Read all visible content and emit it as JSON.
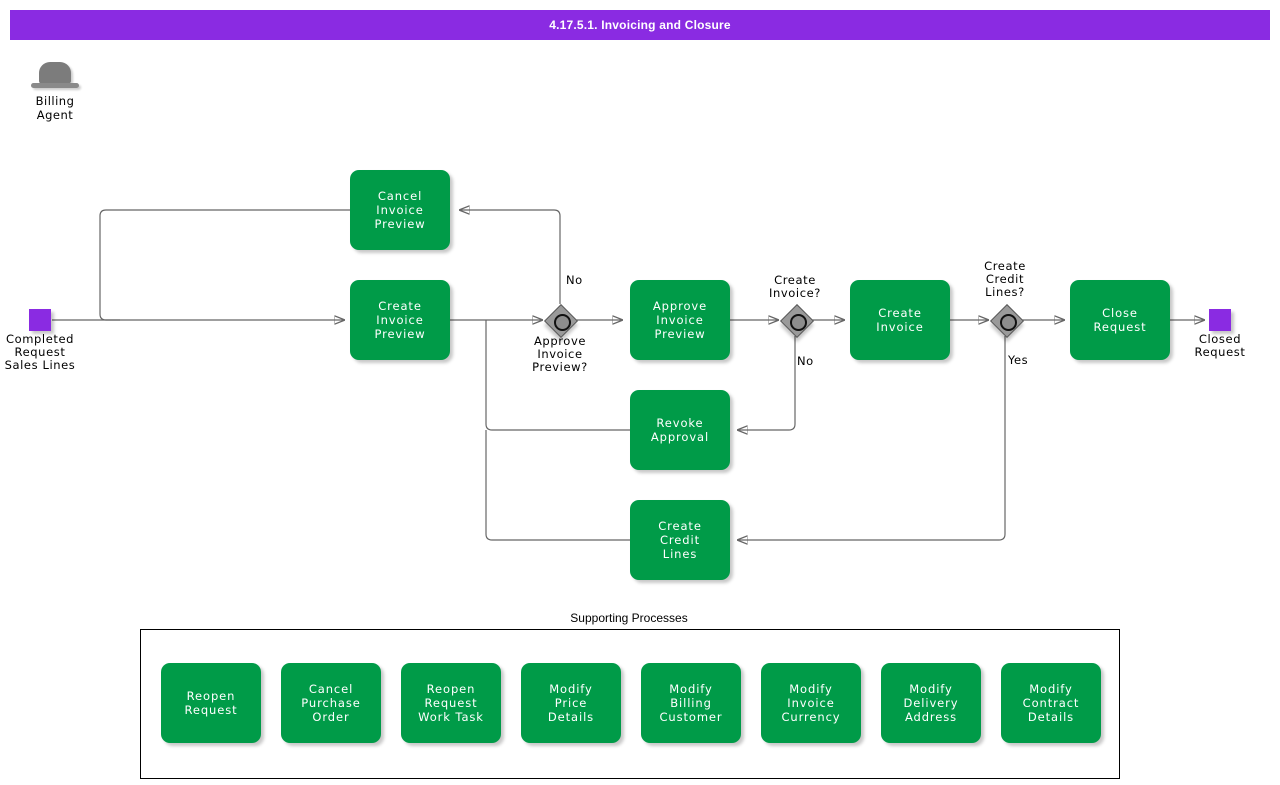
{
  "header": {
    "title": "4.17.5.1. Invoicing and Closure",
    "bar_color": "#8A2BE2"
  },
  "theme": {
    "task_color": "#009B48",
    "event_color": "#8A2BE2",
    "gateway_color": "#9A9A9A",
    "edge_color": "#666666"
  },
  "actor": {
    "name": "Billing\nAgent",
    "icon": "bowler-hat-icon"
  },
  "events": {
    "start": {
      "label": "Completed\nRequest\nSales Lines"
    },
    "end": {
      "label": "Closed\nRequest"
    }
  },
  "tasks": {
    "cancel_invoice_preview": "Cancel Invoice\nPreview",
    "create_invoice_preview": "Create Invoice\nPreview",
    "approve_invoice_preview": "Approve Invoice\nPreview",
    "revoke_approval": "Revoke\nApproval",
    "create_credit_lines": "Create Credit\nLines",
    "create_invoice": "Create Invoice",
    "close_request": "Close Request"
  },
  "gateways": {
    "approve_invoice_preview": "Approve\nInvoice\nPreview?",
    "create_invoice": "Create\nInvoice?",
    "create_credit_lines": "Create\nCredit\nLines?"
  },
  "edge_labels": {
    "approve_no": "No",
    "create_invoice_no": "No",
    "create_credit_lines_yes": "Yes"
  },
  "supporting": {
    "title": "Supporting Processes",
    "items": [
      {
        "label": "Reopen Request",
        "width": 100
      },
      {
        "label": "Cancel Purchase\nOrder",
        "width": 100
      },
      {
        "label": "Reopen Request\nWork Task",
        "width": 100
      },
      {
        "label": "Modify Price\nDetails",
        "width": 100
      },
      {
        "label": "Modify Billing\nCustomer",
        "width": 100
      },
      {
        "label": "Modify Invoice\nCurrency",
        "width": 100
      },
      {
        "label": "Modify Delivery\nAddress",
        "width": 100
      },
      {
        "label": "Modify Contract\nDetails",
        "width": 100
      }
    ]
  }
}
